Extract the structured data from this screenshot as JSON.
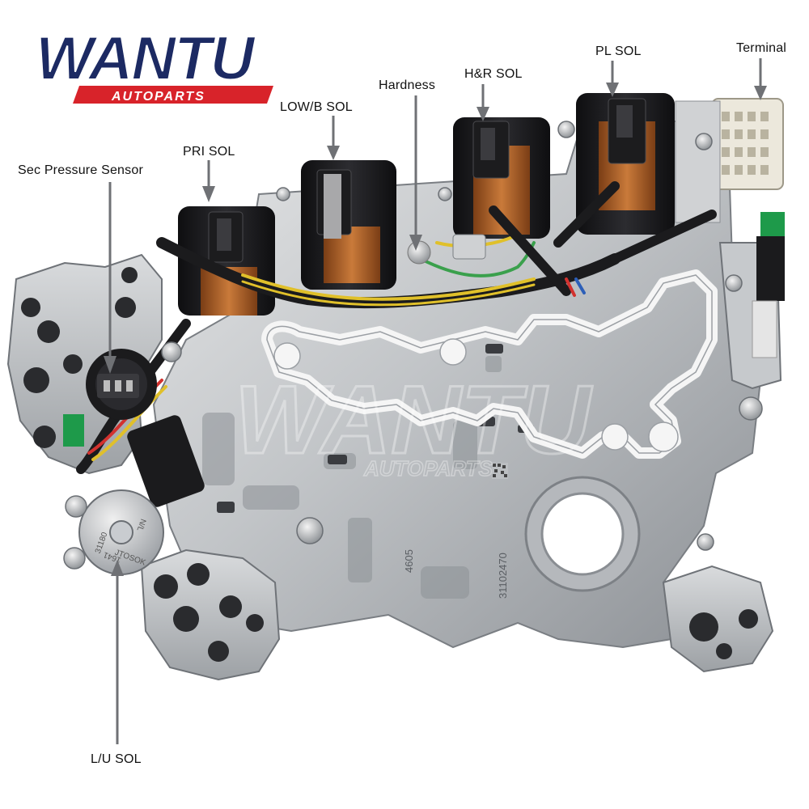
{
  "logo": {
    "brand": "WANTU",
    "tagline": "AUTOPARTS"
  },
  "watermark": {
    "brand": "WANTU",
    "tagline": "AUTOPARTS"
  },
  "labels": {
    "sec_pressure_sensor": "Sec Pressure Sensor",
    "pri_sol": "PRI SOL",
    "low_b_sol": "LOW/B SOL",
    "hardness": "Hardness",
    "h_r_sol": "H&R SOL",
    "pl_sol": "PL SOL",
    "terminal": "Terminal",
    "l_u_sol": "L/U SOL"
  },
  "part_markings": {
    "casting_number_a": "4605",
    "casting_number_b": "31102470",
    "solenoid_brand": "JTOSOK",
    "solenoid_code": "31180",
    "solenoid_code_b": "1641",
    "solenoid_side": "N/L"
  },
  "colors": {
    "logo_navy": "#1c2a63",
    "logo_red": "#d8232a",
    "metal_light": "#d4d6d8",
    "metal_mid": "#a9adb1",
    "metal_dark": "#5d6166",
    "gasket": "#f4f4f4",
    "coil_copper": "#b86a2e",
    "solenoid_black": "#1b1b1d",
    "connector_white": "#ece8dc",
    "connector_green": "#1e9a4a",
    "wire_yellow": "#e0c02a",
    "wire_green": "#3aa04c",
    "wire_red": "#d2322f",
    "wire_blue": "#2d5fb8"
  }
}
